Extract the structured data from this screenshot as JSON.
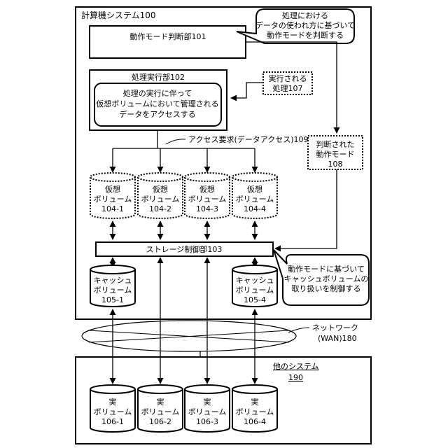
{
  "system": {
    "title": "計算機システム100"
  },
  "mode_judge": {
    "label": "動作モード判断部101"
  },
  "callout_top": [
    "処理における",
    "データの使われ方に基づいて",
    "動作モードを判断する"
  ],
  "exec_unit": {
    "title": "処理実行部102",
    "inner": [
      "処理の実行に伴って",
      "仮想ボリュームにおいて管理される",
      "データをアクセスする"
    ]
  },
  "process_107": [
    "実行される",
    "処理107"
  ],
  "access_request": "アクセス要求(データアクセス)109",
  "judged_mode": [
    "判断された",
    "動作モード",
    "108"
  ],
  "virtual_volumes": [
    {
      "line1": "仮想",
      "line2": "ボリューム",
      "id": "104-1"
    },
    {
      "line1": "仮想",
      "line2": "ボリューム",
      "id": "104-2"
    },
    {
      "line1": "仮想",
      "line2": "ボリューム",
      "id": "104-3"
    },
    {
      "line1": "仮想",
      "line2": "ボリューム",
      "id": "104-4"
    }
  ],
  "storage_controller": "ストレージ制御部103",
  "cache_volumes": [
    {
      "line1": "キャッシュ",
      "line2": "ボリューム",
      "id": "105-1"
    },
    {
      "line1": "キャッシュ",
      "line2": "ボリューム",
      "id": "105-4"
    }
  ],
  "callout_bottom": [
    "動作モードに基づいて",
    "キャッシュボリュームの",
    "取り扱いを制御する"
  ],
  "network": [
    "ネットワーク",
    "(WAN)180"
  ],
  "other_system": {
    "title": "他のシステム",
    "id": "190"
  },
  "real_volumes": [
    {
      "line1": "実",
      "line2": "ボリューム",
      "id": "106-1"
    },
    {
      "line1": "実",
      "line2": "ボリューム",
      "id": "106-2"
    },
    {
      "line1": "実",
      "line2": "ボリューム",
      "id": "106-3"
    },
    {
      "line1": "実",
      "line2": "ボリューム",
      "id": "106-4"
    }
  ]
}
